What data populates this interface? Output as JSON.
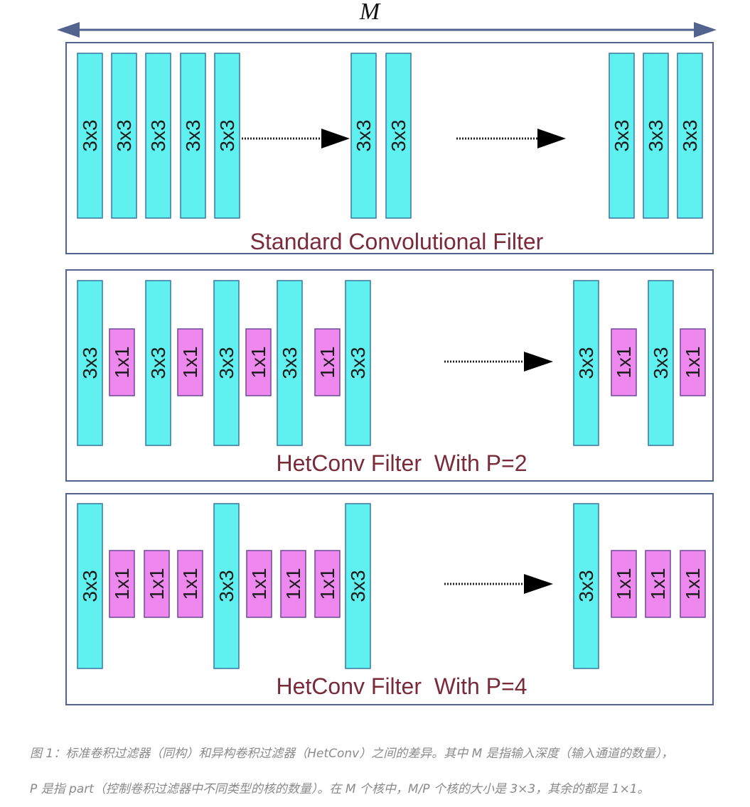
{
  "diagram": {
    "width_label": "M",
    "panels": [
      {
        "title": "Standard Convolutional Filter",
        "kernels": [
          "3x3",
          "3x3",
          "3x3",
          "3x3",
          "3x3",
          "3x3",
          "3x3",
          "3x3",
          "3x3",
          "3x3"
        ]
      },
      {
        "title": "HetConv Filter  With P=2",
        "kernels": [
          "3x3",
          "1x1",
          "3x3",
          "1x1",
          "3x3",
          "1x1",
          "3x3",
          "1x1",
          "3x3",
          "3x3",
          "1x1",
          "3x3",
          "1x1"
        ]
      },
      {
        "title": "HetConv Filter  With P=4",
        "kernels": [
          "3x3",
          "1x1",
          "1x1",
          "1x1",
          "3x3",
          "1x1",
          "1x1",
          "1x1",
          "3x3",
          "3x3",
          "1x1",
          "1x1",
          "1x1"
        ]
      }
    ],
    "colors": {
      "kernel_3x3": "#5ff0f0",
      "kernel_1x1": "#ee88ee",
      "panel_border": "#52638f",
      "title_text": "#7a2a38",
      "arrow": "#52638f"
    }
  },
  "caption": {
    "line1": "图 1：标准卷积过滤器（同构）和异构卷积过滤器（HetConv）之间的差异。其中 M 是指输入深度（输入通道的数量），",
    "line2": "P 是指 part（控制卷积过滤器中不同类型的核的数量）。在 M 个核中，M/P 个核的大小是 3×3，其余的都是 1×1。"
  }
}
